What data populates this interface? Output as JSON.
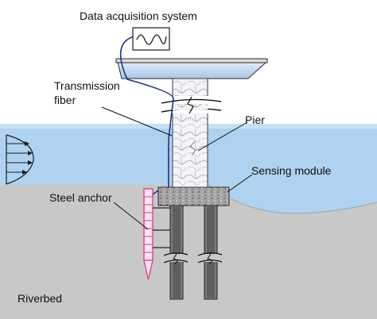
{
  "labels": {
    "daq": "Data acquisition system",
    "transmission_line1": "Transmission",
    "transmission_line2": "fiber",
    "pier": "Pier",
    "sensing_module": "Sensing module",
    "steel_anchor": "Steel anchor",
    "riverbed": "Riverbed"
  },
  "colors": {
    "water": "#a9cfee",
    "water_deep": "#7fb2dd",
    "riverbed": "#c9c9c9",
    "pier_fill": "#f2f2f6",
    "cap_fill": "#9e9e9e",
    "platform": "#cfe0f3",
    "anchor": "#e23b8f",
    "fiber": "#1f2f8f"
  },
  "icons": {
    "monitor": "waveform-monitor-icon",
    "flow": "flow-velocity-profile-icon"
  }
}
